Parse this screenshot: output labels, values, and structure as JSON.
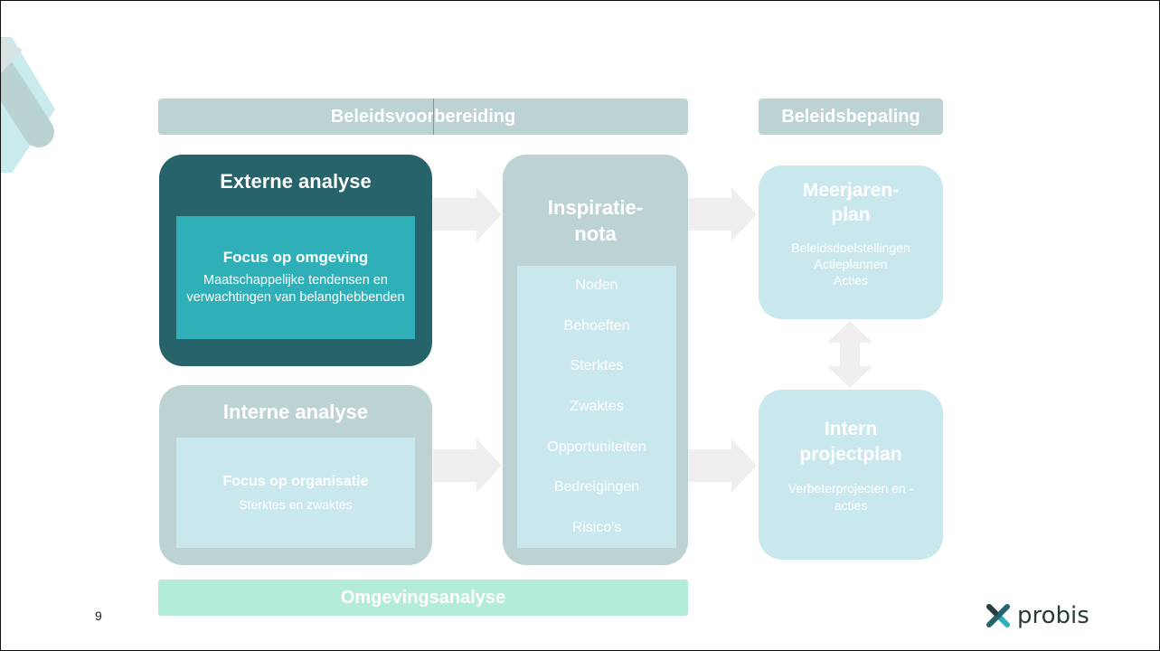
{
  "headers": {
    "preparation": "Beleidsvoorbereiding",
    "determination": "Beleidsbepaling",
    "footer": "Omgevingsanalyse"
  },
  "external": {
    "title": "Externe analyse",
    "focus_title": "Focus op omgeving",
    "focus_text": "Maatschappelijke tendensen en verwachtingen van belanghebbenden"
  },
  "internal": {
    "title": "Interne analyse",
    "focus_title": "Focus op organisatie",
    "focus_text": "Sterktes en zwaktes"
  },
  "inspiration": {
    "title_line1": "Inspiratie-",
    "title_line2": "nota",
    "items": [
      "Noden",
      "Behoeften",
      "Sterktes",
      "Zwaktes",
      "Opportuniteiten",
      "Bedreigingen",
      "Risico's"
    ]
  },
  "multiyear": {
    "title_line1": "Meerjaren-",
    "title_line2": "plan",
    "lines": [
      "Beleidsdoelstellingen",
      "Actieplannen",
      "Acties"
    ]
  },
  "project": {
    "title_line1": "Intern",
    "title_line2": "projectplan",
    "text_line1": "Verbeterprojecten en -",
    "text_line2": "acties"
  },
  "page_number": "9",
  "logo": {
    "name": "probis",
    "icon": "probis-x-icon"
  },
  "colors": {
    "dark_teal": "#27636a",
    "teal": "#2fb0b8",
    "grey_teal": "#bdd3d3",
    "light_cyan": "#c8e8ed",
    "mint": "#b3ecd9",
    "arrow": "#f0eeee"
  }
}
